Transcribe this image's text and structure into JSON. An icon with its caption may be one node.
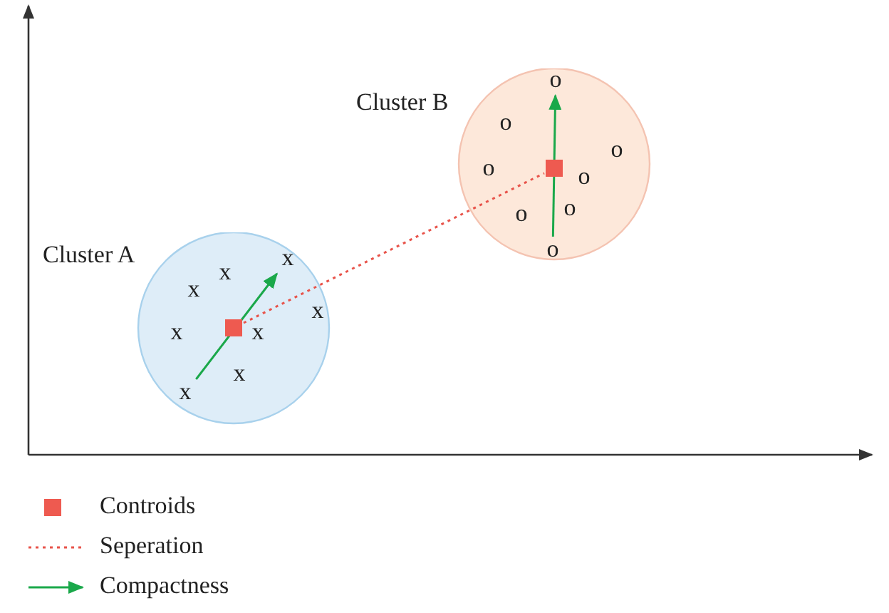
{
  "diagram": {
    "nodes": [
      {
        "text": [
          "Cluster A"
        ]
      },
      {
        "text": [],
        "shape": "box",
        "in": 0
      },
      {
        "text": [
          "x"
        ],
        "in": 0
      },
      {
        "text": [
          "x"
        ],
        "in": 0
      },
      {
        "text": [
          "x"
        ],
        "in": 0
      },
      {
        "text": [
          "x"
        ],
        "in": 0
      },
      {
        "text": [
          "x"
        ],
        "in": 0
      },
      {
        "text": [
          "x"
        ],
        "in": 0
      },
      {
        "text": [
          "x"
        ],
        "in": 0
      },
      {
        "text": [
          "x"
        ],
        "in": 0
      },
      {
        "text": [
          "Cluster B"
        ]
      },
      {
        "text": [],
        "shape": "box",
        "in": 10
      },
      {
        "text": [
          "o"
        ],
        "in": 10
      },
      {
        "text": [
          "o"
        ],
        "in": 10
      },
      {
        "text": [
          "o"
        ],
        "in": 10
      },
      {
        "text": [
          "o"
        ],
        "in": 10
      },
      {
        "text": [
          "o"
        ],
        "in": 10
      },
      {
        "text": [
          "o"
        ],
        "in": 10
      },
      {
        "text": [
          "o"
        ],
        "in": 10
      },
      {
        "text": [
          "o"
        ],
        "in": 10
      }
    ],
    "edges": [
      {
        "from": 9,
        "to": 2,
        "arrow": "to"
      },
      {
        "from": 19,
        "to": 12,
        "arrow": "to"
      },
      {
        "from": 1,
        "to": 11,
        "arrow": "none",
        "style": "dashed",
        "color": "#e8534a"
      }
    ],
    "legend": [
      {
        "text": "Controids",
        "color": "#ee5a50"
      },
      {
        "text": "Seperation"
      },
      {
        "text": "Compactness"
      }
    ]
  }
}
